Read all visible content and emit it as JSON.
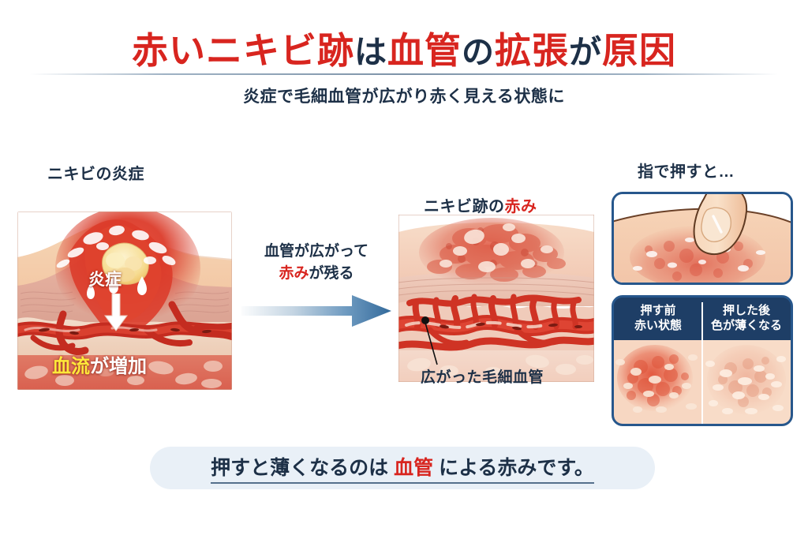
{
  "header": {
    "title_parts": [
      {
        "text": "赤いニキビ跡",
        "color": "#d8251f"
      },
      {
        "text": "は",
        "color": "#1d3047"
      },
      {
        "text": "血管",
        "color": "#d8251f"
      },
      {
        "text": "の",
        "color": "#1d3047"
      },
      {
        "text": "拡張",
        "color": "#d8251f"
      },
      {
        "text": "が",
        "color": "#1d3047"
      },
      {
        "text": "原因",
        "color": "#d8251f"
      }
    ],
    "title_plain": "赤いニキビ跡は血管の拡張が原因",
    "subtitle": "炎症で毛細血管が広がり赤く見える状態に"
  },
  "panels": {
    "left": {
      "caption": "ニキビの炎症",
      "overlay_inflammation": "炎症",
      "overlay_bloodflow_highlight": "血流",
      "overlay_bloodflow_rest": "が増加",
      "arrow_icon": "down-arrow-icon"
    },
    "middle_arrow": {
      "line1": "血管が広がって",
      "line2_red": "赤み",
      "line2_rest": "が残る",
      "arrow_icon": "right-arrow-icon"
    },
    "center": {
      "caption_navy": "ニキビ跡の",
      "caption_red": "赤み",
      "pointer_label": "広がった毛細血管"
    },
    "right_top": {
      "caption": "指で押すと…",
      "illustration": "finger-pressing-skin"
    },
    "right_compare": {
      "left_head_line1": "押す前",
      "left_head_line2": "赤い状態",
      "right_head_line1": "押した後",
      "right_head_line2": "色が薄くなる"
    }
  },
  "banner": {
    "part1": "押すと薄くなるのは ",
    "part_red": "血管",
    "part2": " による赤みです。",
    "plain": "押すと薄くなるのは 血管 による赤みです。"
  },
  "colors": {
    "accent_red": "#d8251f",
    "navy": "#1d3047",
    "box_border_blue": "#27578c",
    "compare_header_bg": "#1e3e66",
    "banner_bg": "#e9f0f7",
    "highlight_yellow": "#ffe93a",
    "arrow_blue": "#3e74a3"
  }
}
